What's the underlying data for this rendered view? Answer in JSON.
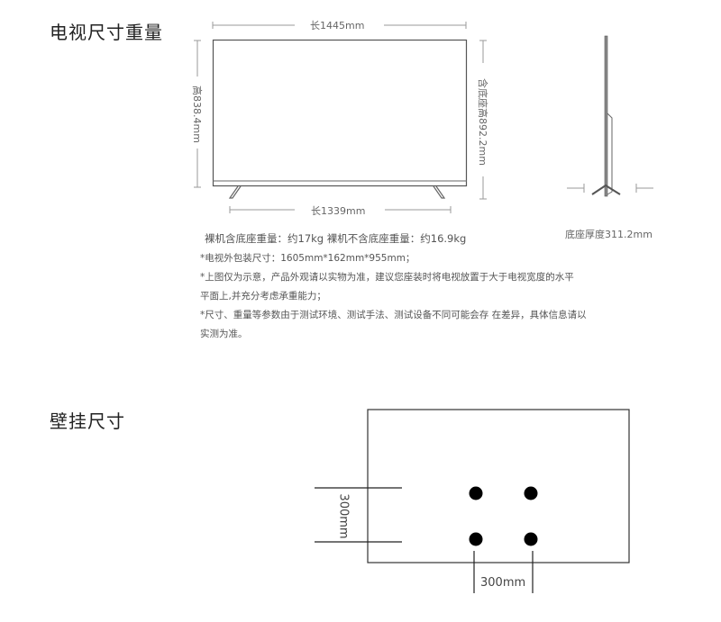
{
  "section_size_weight": {
    "title": "电视尺寸重量",
    "front_view": {
      "width_label": "长1445mm",
      "height_label": "高838.4mm",
      "height_with_stand_label": "含底座高892.2mm",
      "stand_span_label": "长1339mm"
    },
    "side_view": {
      "stand_depth_label": "底座厚度311.2mm"
    },
    "weights": "裸机含底座重量：约17kg  裸机不含底座重量：约16.9kg",
    "notes": [
      "*电视外包装尺寸：1605mm*162mm*955mm；",
      "*上图仅为示意，产品外观请以实物为准，建议您座装时将电视放置于大于电视宽度的水平",
      "平面上,并充分考虑承重能力；",
      "*尺寸、重量等参数由于测试环境、测试手法、测试设备不同可能会存 在差异，具体信息请以",
      "实测为准。"
    ]
  },
  "section_wall_mount": {
    "title": "壁挂尺寸",
    "vertical_spacing_label": "300mm",
    "horizontal_spacing_label": "300mm"
  },
  "colors": {
    "line": "#8a8a8a",
    "outline": "#555555",
    "dot": "#000000"
  }
}
